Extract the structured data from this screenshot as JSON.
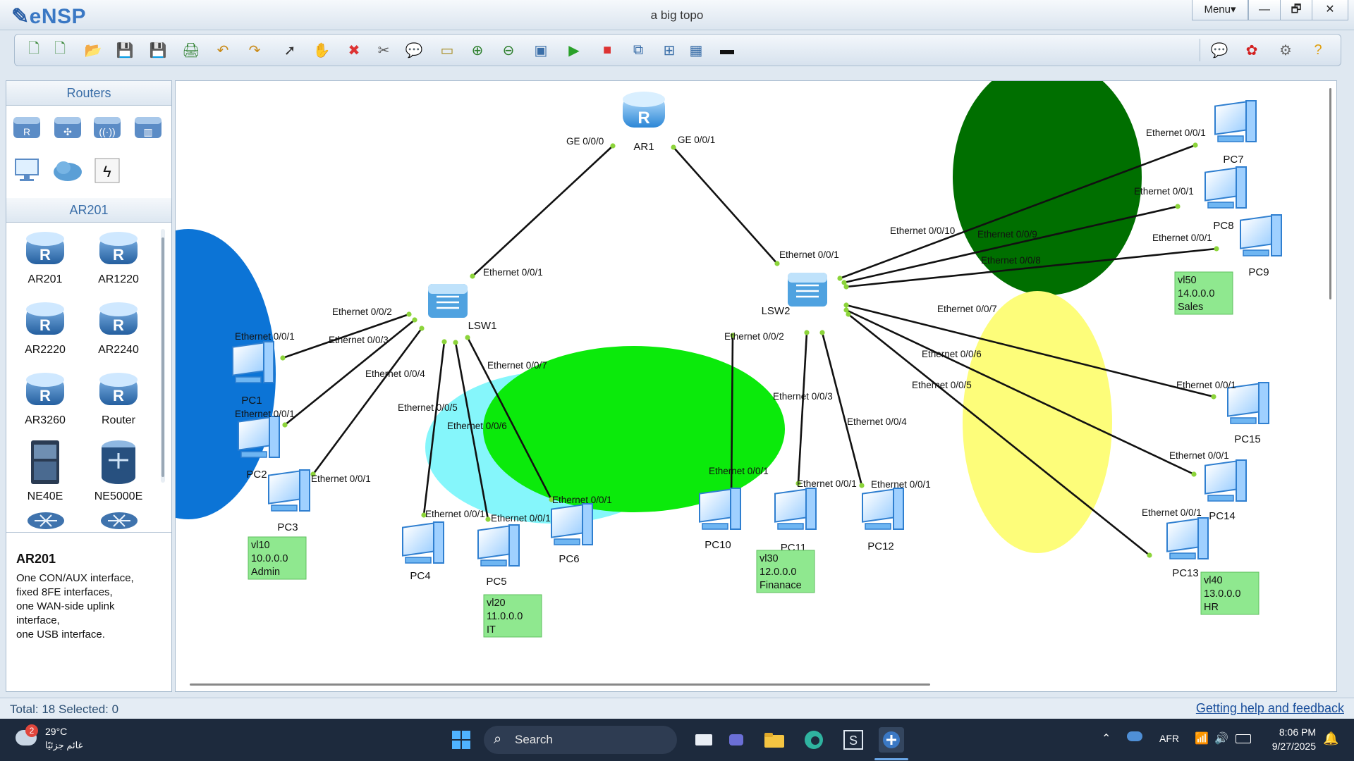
{
  "app": {
    "logo": "eNSP",
    "title": "a big topo",
    "menu_label": "Menu▾"
  },
  "window_buttons": {
    "minimize": "—",
    "restore": "🗗",
    "close": "✕"
  },
  "toolbar": {
    "left_icons": [
      "new-topology-icon",
      "new-example-icon",
      "open-icon",
      "save-icon",
      "save-as-icon",
      "print-icon",
      "undo-icon",
      "redo-icon",
      "select-pointer-icon",
      "pan-hand-icon",
      "delete-icon",
      "delete-all-links-icon",
      "text-note-icon",
      "palette-icon",
      "zoom-in-icon",
      "zoom-out-icon",
      "fit-screen-icon",
      "start-device-icon",
      "stop-device-icon",
      "capture-icon",
      "topology-icon",
      "grid-icon",
      "cli-terminal-icon"
    ],
    "right_icons": [
      "chat-icon",
      "huawei-icon",
      "settings-gear-icon",
      "help-icon"
    ]
  },
  "sidebar": {
    "categories_header": "Routers",
    "categories": [
      "router-category-icon",
      "switch-category-icon",
      "wlan-category-icon",
      "firewall-category-icon",
      "endpoint-category-icon",
      "cloud-category-icon",
      "connection-category-icon"
    ],
    "devices_header": "AR201",
    "devices": [
      {
        "label": "AR201",
        "icon": "router-icon"
      },
      {
        "label": "AR1220",
        "icon": "router-icon"
      },
      {
        "label": "AR2220",
        "icon": "router-icon"
      },
      {
        "label": "AR2240",
        "icon": "router-icon"
      },
      {
        "label": "AR3260",
        "icon": "router-icon"
      },
      {
        "label": "Router",
        "icon": "router-icon"
      },
      {
        "label": "NE40E",
        "icon": "chassis-icon"
      },
      {
        "label": "NE5000E",
        "icon": "cluster-router-icon"
      }
    ],
    "description": {
      "title": "AR201",
      "text": "One CON/AUX interface,\nfixed 8FE interfaces,\none WAN-side uplink\ninterface,\none USB interface."
    }
  },
  "topology": {
    "colors": {
      "admin": "#0c74d6",
      "it": "#85f6fb",
      "finance": "#0bea0b",
      "sales": "#006f00",
      "hr": "#fdfd7a",
      "vlan_box": "#8fe88f",
      "link": "#111111",
      "port_dot": "#8cd43a"
    },
    "nodes": {
      "ar1": {
        "label": "AR1"
      },
      "lsw1": {
        "label": "LSW1"
      },
      "lsw2": {
        "label": "LSW2"
      },
      "pc1": {
        "label": "PC1"
      },
      "pc2": {
        "label": "PC2"
      },
      "pc3": {
        "label": "PC3"
      },
      "pc4": {
        "label": "PC4"
      },
      "pc5": {
        "label": "PC5"
      },
      "pc6": {
        "label": "PC6"
      },
      "pc7": {
        "label": "PC7"
      },
      "pc8": {
        "label": "PC8"
      },
      "pc9": {
        "label": "PC9"
      },
      "pc10": {
        "label": "PC10"
      },
      "pc11": {
        "label": "PC11"
      },
      "pc12": {
        "label": "PC12"
      },
      "pc13": {
        "label": "PC13"
      },
      "pc14": {
        "label": "PC14"
      },
      "pc15": {
        "label": "PC15"
      }
    },
    "port_labels": {
      "ar1_g0": "GE 0/0/0",
      "ar1_g1": "GE 0/0/1",
      "lsw1_e1": "Ethernet 0/0/1",
      "lsw1_e2": "Ethernet 0/0/2",
      "lsw1_e3": "Ethernet 0/0/3",
      "lsw1_e4": "Ethernet 0/0/4",
      "lsw1_e5": "Ethernet 0/0/5",
      "lsw1_e6": "Ethernet 0/0/6",
      "lsw1_e7": "Ethernet 0/0/7",
      "lsw2_e1": "Ethernet 0/0/1",
      "lsw2_e2": "Ethernet 0/0/2",
      "lsw2_e3": "Ethernet 0/0/3",
      "lsw2_e4": "Ethernet 0/0/4",
      "lsw2_e5": "Ethernet 0/0/5",
      "lsw2_e6": "Ethernet 0/0/6",
      "lsw2_e7": "Ethernet 0/0/7",
      "lsw2_e8": "Ethernet 0/0/8",
      "lsw2_e9": "Ethernet 0/0/9",
      "lsw2_e10": "Ethernet 0/0/10",
      "pc1_e": "Ethernet 0/0/1",
      "pc2_e": "Ethernet 0/0/1",
      "pc3_e": "Ethernet 0/0/1",
      "pc4_e": "Ethernet 0/0/1",
      "pc5_e": "Ethernet 0/0/1",
      "pc6_e": "Ethernet 0/0/1",
      "pc7_e": "Ethernet 0/0/1",
      "pc8_e": "Ethernet 0/0/1",
      "pc9_e": "Ethernet 0/0/1",
      "pc10_e": "Ethernet 0/0/1",
      "pc11_e": "Ethernet 0/0/1",
      "pc12_e": "Ethernet 0/0/1",
      "pc13_e": "Ethernet 0/0/1",
      "pc14_e": "Ethernet 0/0/1",
      "pc15_e": "Ethernet 0/0/1"
    },
    "vlan_notes": {
      "admin": {
        "vlan": "vl10",
        "network": "10.0.0.0",
        "name": "Admin"
      },
      "it": {
        "vlan": "vl20",
        "network": "11.0.0.0",
        "name": "IT"
      },
      "finance": {
        "vlan": "vl30",
        "network": "12.0.0.0",
        "name": "Finanace"
      },
      "hr": {
        "vlan": "vl40",
        "network": "13.0.0.0",
        "name": "HR"
      },
      "sales": {
        "vlan": "vl50",
        "network": "14.0.0.0",
        "name": "Sales"
      }
    }
  },
  "status": {
    "total": "Total: 18  Selected: 0",
    "help": "Getting help and feedback"
  },
  "taskbar": {
    "weather_temp": "29°C",
    "weather_desc": "غائم جزئيًا",
    "weather_badge": "2",
    "search": "Search",
    "lang": "AFR",
    "time": "8:06 PM",
    "date": "9/27/2025",
    "apps": [
      "windows-start-icon",
      "file-explorer-icon",
      "edge-browser-icon",
      "app-s-icon",
      "ensp-taskbar-icon"
    ]
  }
}
